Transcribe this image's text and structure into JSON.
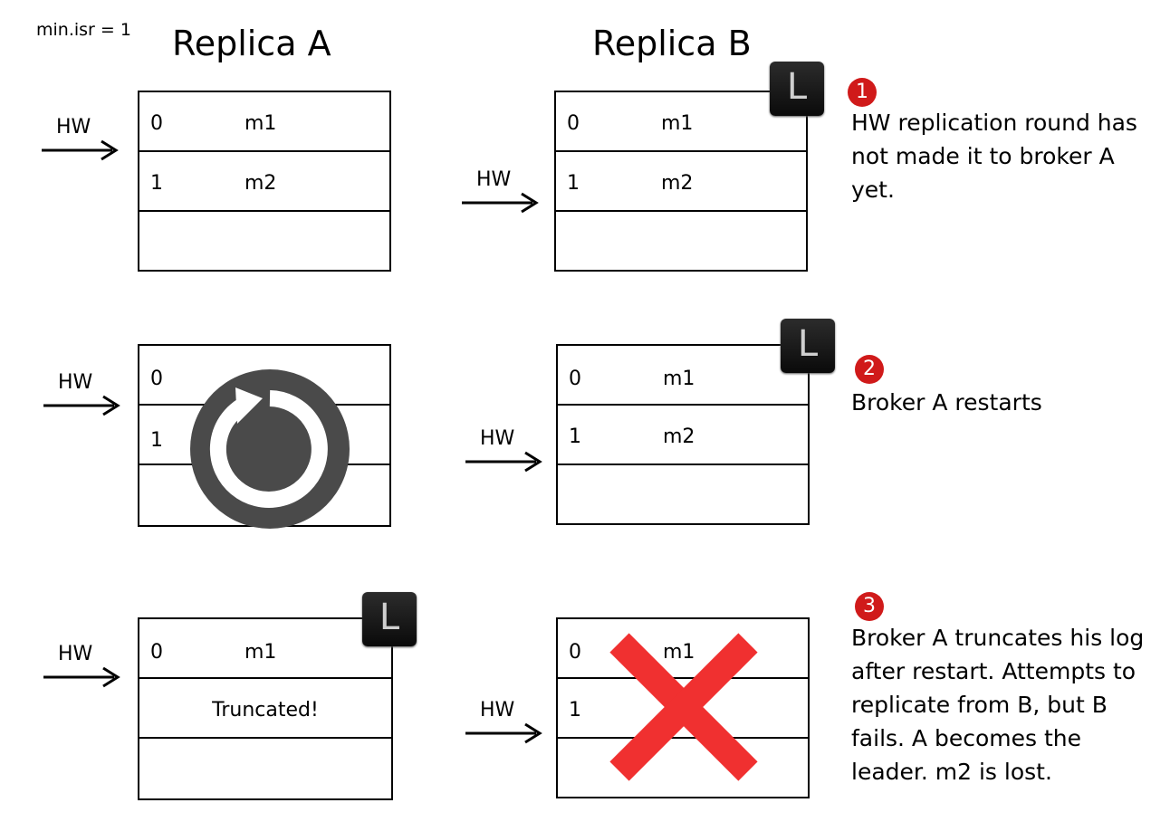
{
  "header": {
    "min_isr": "min.isr = 1",
    "replica_a": "Replica A",
    "replica_b": "Replica B"
  },
  "hw_label": "HW",
  "leader_label": "L",
  "step1": {
    "number": "1",
    "text": "HW replication round has not made it to broker A yet.",
    "replica_a_rows": [
      {
        "offset": "0",
        "msg": "m1"
      },
      {
        "offset": "1",
        "msg": "m2"
      }
    ],
    "replica_b_rows": [
      {
        "offset": "0",
        "msg": "m1"
      },
      {
        "offset": "1",
        "msg": "m2"
      }
    ]
  },
  "step2": {
    "number": "2",
    "text": "Broker A restarts",
    "replica_a_rows": [
      {
        "offset": "0"
      },
      {
        "offset": "1"
      }
    ],
    "replica_b_rows": [
      {
        "offset": "0",
        "msg": "m1"
      },
      {
        "offset": "1",
        "msg": "m2"
      }
    ]
  },
  "step3": {
    "number": "3",
    "text": "Broker A truncates his log after restart. Attempts to replicate from B, but B fails. A becomes the leader. m2 is lost.",
    "replica_a_rows": [
      {
        "offset": "0",
        "msg": "m1"
      },
      {
        "text": "Truncated!"
      }
    ],
    "replica_b_rows": [
      {
        "offset": "0",
        "msg": "m1"
      },
      {
        "offset": "1"
      }
    ]
  },
  "colors": {
    "badge": "#d01a1a",
    "restart_icon": "#4a4a4a",
    "cross": "#f03030",
    "leader_badge": "#1a1a1a"
  },
  "icons": [
    "restart-icon",
    "leader-badge-icon",
    "failure-cross-icon",
    "arrow-right-icon"
  ]
}
